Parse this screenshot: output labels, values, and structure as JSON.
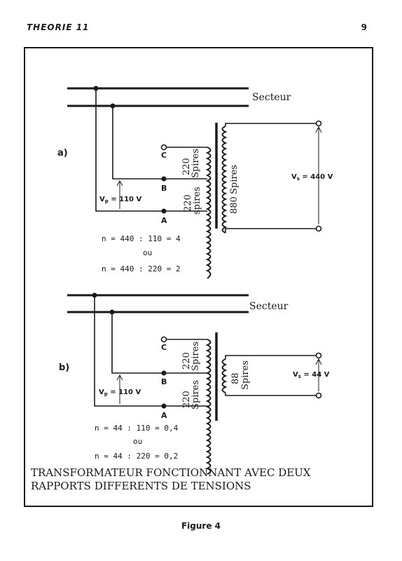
{
  "header": {
    "title": "THEORIE 11",
    "page_number": "9"
  },
  "diagram_a": {
    "label": "a)",
    "mains": "Secteur",
    "terminals": [
      "C",
      "B",
      "A"
    ],
    "upper_winding": [
      "220",
      "Spires"
    ],
    "lower_winding": [
      "220",
      "spires"
    ],
    "secondary_winding": [
      "880",
      "Spires"
    ],
    "vp": "110 V",
    "vs": "440 V",
    "formulas": [
      "n = 440 : 110 = 4",
      "ou",
      "n = 440 : 220 = 2"
    ]
  },
  "diagram_b": {
    "label": "b)",
    "mains": "Secteur",
    "terminals": [
      "C",
      "B",
      "A"
    ],
    "upper_winding": [
      "220",
      "Spires"
    ],
    "lower_winding": [
      "220",
      "Spires"
    ],
    "secondary_winding": [
      "88",
      "Spires"
    ],
    "vp": "110 V",
    "vs": "44 V",
    "formulas": [
      "n = 44 : 110 = 0,4",
      "ou",
      "n ≈ 44 : 220 = 0,2"
    ]
  },
  "caption": [
    "TRANSFORMATEUR FONCTIONNANT AVEC DEUX",
    "RAPPORTS DIFFERENTS DE TENSIONS"
  ],
  "figure_label": "Figure 4",
  "colors": {
    "ink": "#1a1a1a",
    "paper": "#ffffff"
  }
}
